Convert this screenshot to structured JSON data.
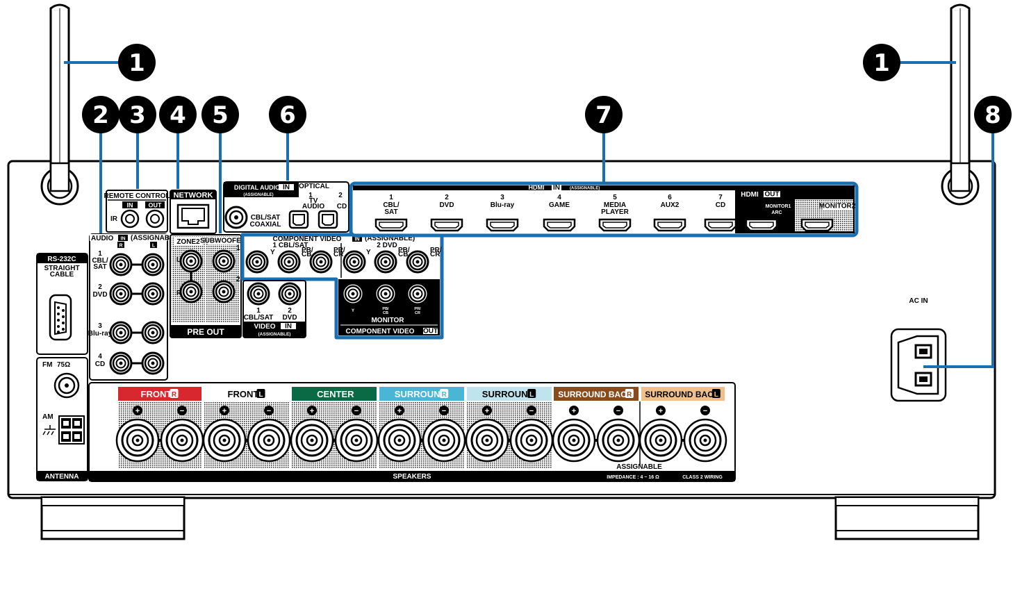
{
  "callouts": [
    "1",
    "2",
    "3",
    "4",
    "5",
    "6",
    "7",
    "8"
  ],
  "colors": {
    "accent": "#1a6fb0",
    "front_r": "#d7282f",
    "center": "#0a6a46",
    "surround_r": "#4ab6d5",
    "surround_l": "#bfe3ef",
    "surround_back_r": "#8a4b1c",
    "surround_back_l": "#efc08a"
  },
  "rs232": {
    "title": "RS-232C",
    "sub1": "STRAIGHT",
    "sub2": "CABLE"
  },
  "antenna": {
    "fm": "FM",
    "fm_ohm": "75Ω",
    "am": "AM",
    "label": "ANTENNA"
  },
  "audio": {
    "title": "AUDIO",
    "in": "IN",
    "assignable": "(ASSIGNABLE)",
    "r": "R",
    "l": "L",
    "inputs": [
      {
        "num": "1",
        "line1": "CBL/",
        "line2": "SAT"
      },
      {
        "num": "2",
        "line1": "DVD",
        "line2": ""
      },
      {
        "num": "3",
        "line1": "Blu-ray",
        "line2": ""
      },
      {
        "num": "4",
        "line1": "CD",
        "line2": ""
      }
    ]
  },
  "remote": {
    "title": "REMOTE CONTROL",
    "in": "IN",
    "out": "OUT",
    "ir": "IR"
  },
  "network": {
    "title": "NETWORK"
  },
  "preout": {
    "zone2": "ZONE2",
    "subwoofer": "SUBWOOFER",
    "sub1": "1",
    "sub2": "2",
    "label": "PRE OUT",
    "l": "L",
    "r": "R"
  },
  "digital": {
    "title": "DIGITAL AUDIO",
    "in": "IN",
    "assignable": "(ASSIGNABLE)",
    "optical": "OPTICAL",
    "coax1": "CBL/SAT",
    "coax2": "COAXIAL",
    "opt1_num": "1",
    "opt1_a": "TV",
    "opt1_b": "AUDIO",
    "opt2_num": "2",
    "opt2_a": "CD"
  },
  "component": {
    "title": "COMPONENT VIDEO",
    "in": "IN",
    "assignable": "(ASSIGNABLE)",
    "in1": "1 CBL/SAT",
    "in2": "2 DVD",
    "y": "Y",
    "pb1": "PB/",
    "pb2": "CB",
    "pr1": "PR/",
    "pr2": "CR",
    "monitor": "MONITOR",
    "out_title": "COMPONENT VIDEO",
    "out": "OUT"
  },
  "video": {
    "v1num": "1",
    "v1": "CBL/SAT",
    "v2num": "2",
    "v2": "DVD",
    "title": "VIDEO",
    "in": "IN",
    "assignable": "(ASSIGNABLE)"
  },
  "hdmi": {
    "title": "HDMI",
    "in": "IN",
    "assignable": "(ASSIGNABLE)",
    "inputs": [
      {
        "num": "1",
        "line1": "CBL/",
        "line2": "SAT"
      },
      {
        "num": "2",
        "line1": "DVD",
        "line2": ""
      },
      {
        "num": "3",
        "line1": "Blu-ray",
        "line2": ""
      },
      {
        "num": "4",
        "line1": "GAME",
        "line2": ""
      },
      {
        "num": "5",
        "line1": "MEDIA",
        "line2": "PLAYER"
      },
      {
        "num": "6",
        "line1": "AUX2",
        "line2": ""
      },
      {
        "num": "7",
        "line1": "CD",
        "line2": ""
      }
    ],
    "out_title": "HDMI",
    "out": "OUT",
    "monitor1": "MONITOR1",
    "arc": "ARC",
    "monitor2": "MONITOR2"
  },
  "ac": {
    "label": "AC IN"
  },
  "speakers": {
    "groups": [
      {
        "name": "FRONT",
        "side": "R"
      },
      {
        "name": "FRONT",
        "side": "L"
      },
      {
        "name": "CENTER",
        "side": ""
      },
      {
        "name": "SURROUND",
        "side": "R"
      },
      {
        "name": "SURROUND",
        "side": "L"
      },
      {
        "name": "SURROUND BACK",
        "side": "R"
      },
      {
        "name": "SURROUND BACK",
        "side": "L"
      }
    ],
    "plus": "+",
    "minus": "−",
    "label": "SPEAKERS",
    "impedance": "IMPEDANCE : 4 ~ 16 Ω",
    "class2": "CLASS 2 WIRING",
    "assignable": "ASSIGNABLE"
  }
}
